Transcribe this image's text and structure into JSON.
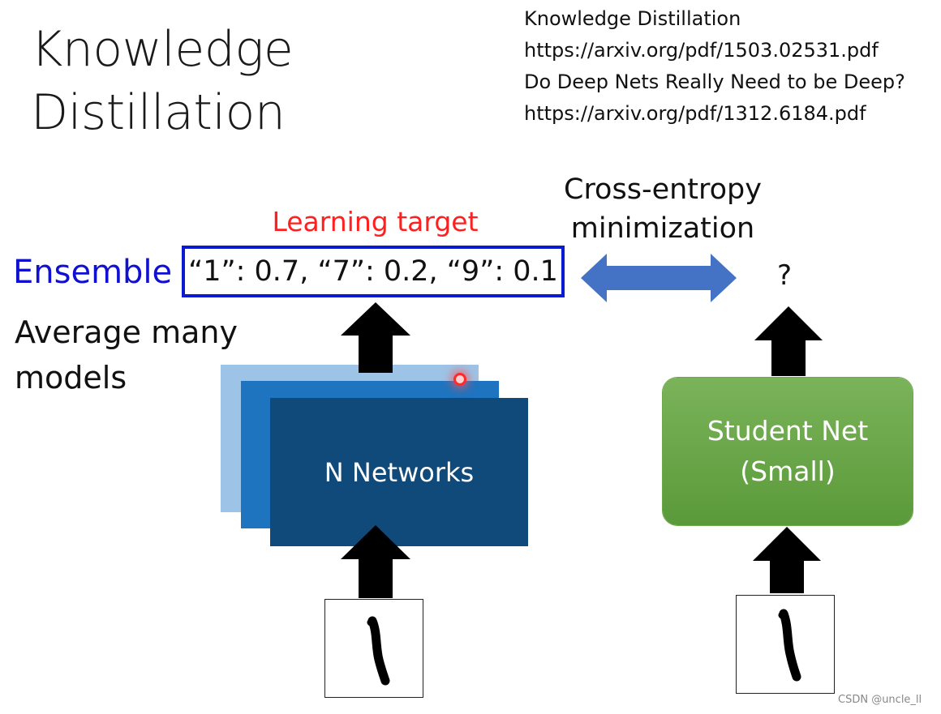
{
  "title": {
    "line1": "Knowledge",
    "line2": "Distillation"
  },
  "references": [
    "Knowledge Distillation",
    "https://arxiv.org/pdf/1503.02531.pdf",
    "Do Deep Nets Really Need to be Deep?",
    "https://arxiv.org/pdf/1312.6184.pdf"
  ],
  "teacher": {
    "ensemble_label": "Ensemble",
    "average_line1": "Average many",
    "average_line2": "models",
    "learning_target_label": "Learning target",
    "target_values": "“1”: 0.7, “7”: 0.2, “9”: 0.1",
    "network_label": "N Networks"
  },
  "loss": {
    "line1": "Cross-entropy",
    "line2": "minimization"
  },
  "student": {
    "output_label": "?",
    "line1": "Student Net",
    "line2": "(Small)"
  },
  "watermark": "CSDN @uncle_ll",
  "colors": {
    "learning_target": "#ff1f1f",
    "ensemble": "#1010d0",
    "target_box_border": "#0a1ad0",
    "network_front": "#0f4a7a",
    "network_middle": "#1f74bf",
    "network_back": "#9dc3e6",
    "student_box": "#6aa84a",
    "double_arrow": "#4472c4"
  }
}
